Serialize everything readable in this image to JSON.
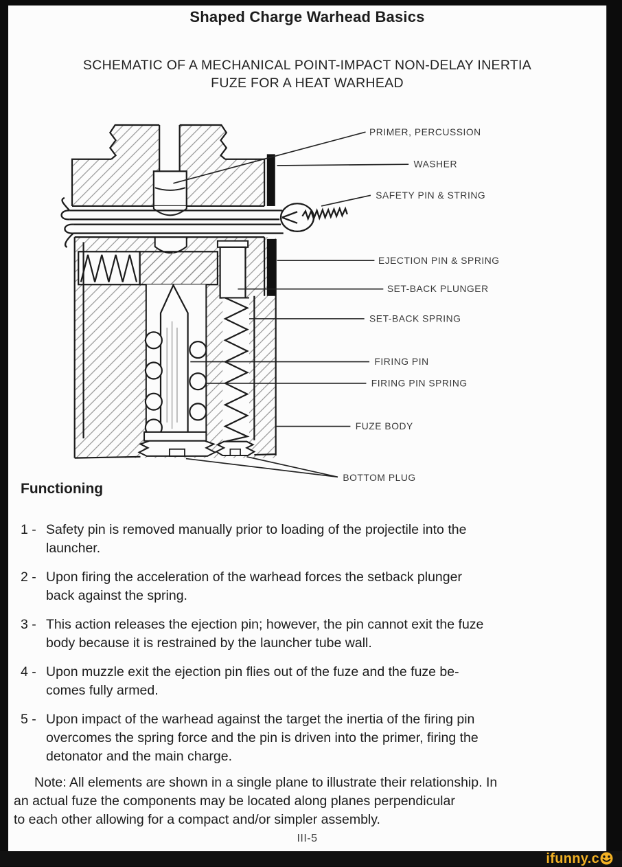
{
  "page": {
    "title": "Shaped Charge Warhead Basics",
    "subtitle": "SCHEMATIC OF A MECHANICAL POINT-IMPACT NON-DELAY INERTIA\nFUZE FOR A HEAT WARHEAD",
    "page_number": "III-5"
  },
  "diagram": {
    "labels": [
      {
        "text": "PRIMER, PERCUSSION"
      },
      {
        "text": "WASHER"
      },
      {
        "text": "SAFETY PIN & STRING"
      },
      {
        "text": "EJECTION PIN & SPRING"
      },
      {
        "text": "SET-BACK PLUNGER"
      },
      {
        "text": "SET-BACK SPRING"
      },
      {
        "text": "FIRING PIN"
      },
      {
        "text": "FIRING PIN SPRING"
      },
      {
        "text": "FUZE BODY"
      },
      {
        "text": "BOTTOM PLUG"
      }
    ]
  },
  "functioning": {
    "heading": "Functioning",
    "items": [
      {
        "num": "1 -",
        "text": "Safety pin is removed manually prior to loading of the projectile into the\nlauncher."
      },
      {
        "num": "2 -",
        "text": "Upon firing the acceleration of the warhead forces the setback plunger\nback against the spring."
      },
      {
        "num": "3 -",
        "text": "This action releases the ejection pin; however, the pin cannot exit the fuze\nbody because it is restrained by the launcher tube wall."
      },
      {
        "num": "4 -",
        "text": "Upon muzzle exit the ejection pin flies out of the fuze and the fuze be-\ncomes fully armed."
      },
      {
        "num": "5 -",
        "text": "Upon impact of the warhead against the target the inertia of the firing pin\novercomes the spring force and the pin is driven into the primer, firing the\ndetonator and the main charge."
      }
    ],
    "note": "Note: All elements are shown in a single plane to illustrate their relationship. In\nan actual fuze the components may be located along planes perpendicular\nto each other allowing for a compact and/or simpler assembly."
  },
  "watermark": {
    "text": "ifunny.c"
  },
  "colors": {
    "watermark_yellow": "#f2b124",
    "page_background": "#fcfcfc",
    "ink": "#1b1b1b"
  }
}
